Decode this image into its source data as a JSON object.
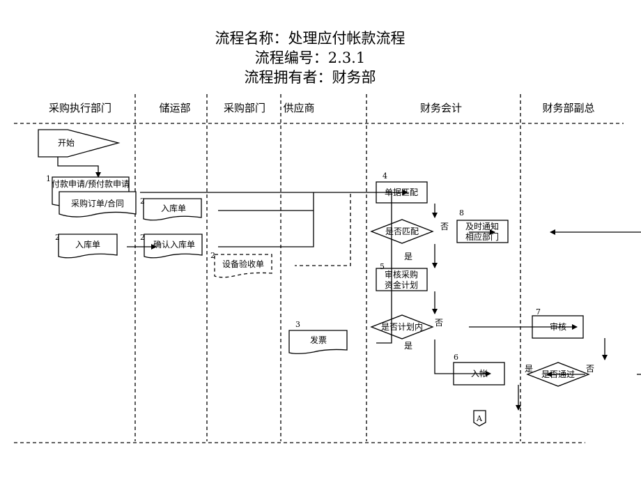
{
  "title": {
    "line1": "流程名称：处理应付帐款流程",
    "line2": "流程编号：2.3.1",
    "line3": "流程拥有者：财务部"
  },
  "lanes": [
    "采购执行部门",
    "储运部",
    "采购部门",
    "供应商",
    "财务会计",
    "财务部副总"
  ],
  "nodes": {
    "start": "开始",
    "payment_request": {
      "num": "1",
      "label": "付款申请/预付款申请"
    },
    "purchase_order": {
      "label": "采购订单/合同"
    },
    "warehouse_receipt_left": {
      "num": "2",
      "label": "入库单"
    },
    "warehouse_receipt_storage": {
      "num": "2",
      "label": "入库单"
    },
    "confirm_receipt": {
      "num": "2",
      "label": "确认入库单"
    },
    "equipment_acceptance": {
      "num": "2",
      "label": "设备验收单"
    },
    "invoice": {
      "num": "3",
      "label": "发票"
    },
    "document_match": {
      "num": "4",
      "label": "单据匹配"
    },
    "is_match": {
      "label": "是否匹配",
      "no": "否",
      "yes": "是"
    },
    "review_plan": {
      "num": "5",
      "label1": "审核采购",
      "label2": "资金计划"
    },
    "in_plan": {
      "label": "是否计划内",
      "no": "否",
      "yes": "是"
    },
    "post_entry": {
      "num": "6",
      "label": "入帐"
    },
    "review": {
      "num": "7",
      "label": "审核"
    },
    "is_approved": {
      "label": "是否通过",
      "yes": "是",
      "no": "否"
    },
    "notify": {
      "num": "8",
      "label1": "及时通知",
      "label2": "相应部门"
    },
    "connector": "A"
  }
}
